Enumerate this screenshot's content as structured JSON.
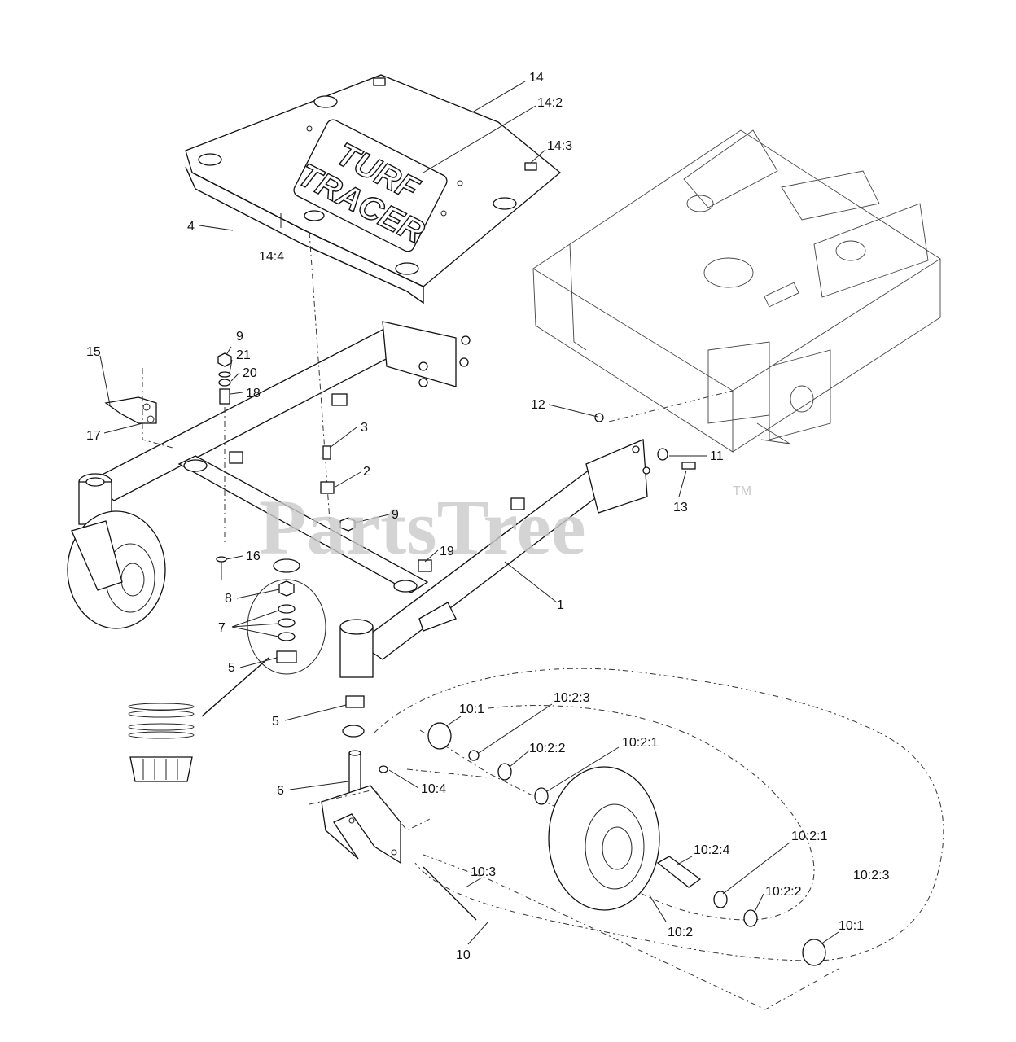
{
  "watermark": {
    "text": "PartsTree",
    "trademark": "TM"
  },
  "decal": {
    "line1": "TURF",
    "line2": "TRACER"
  },
  "callouts": [
    {
      "text": "14"
    },
    {
      "text": "14:2"
    },
    {
      "text": "14:3"
    },
    {
      "text": "4"
    },
    {
      "text": "14:4"
    },
    {
      "text": "9"
    },
    {
      "text": "21"
    },
    {
      "text": "20"
    },
    {
      "text": "18"
    },
    {
      "text": "15"
    },
    {
      "text": "17"
    },
    {
      "text": "3"
    },
    {
      "text": "2"
    },
    {
      "text": "9"
    },
    {
      "text": "12"
    },
    {
      "text": "11"
    },
    {
      "text": "13"
    },
    {
      "text": "16"
    },
    {
      "text": "19"
    },
    {
      "text": "1"
    },
    {
      "text": "8"
    },
    {
      "text": "7"
    },
    {
      "text": "5"
    },
    {
      "text": "5"
    },
    {
      "text": "10:1"
    },
    {
      "text": "10:2:3"
    },
    {
      "text": "10:2:2"
    },
    {
      "text": "10:2:1"
    },
    {
      "text": "10:4"
    },
    {
      "text": "6"
    },
    {
      "text": "10:2:4"
    },
    {
      "text": "10:2:1"
    },
    {
      "text": "10:2:3"
    },
    {
      "text": "10:2:2"
    },
    {
      "text": "10:3"
    },
    {
      "text": "10:2"
    },
    {
      "text": "10:1"
    },
    {
      "text": "10"
    }
  ]
}
